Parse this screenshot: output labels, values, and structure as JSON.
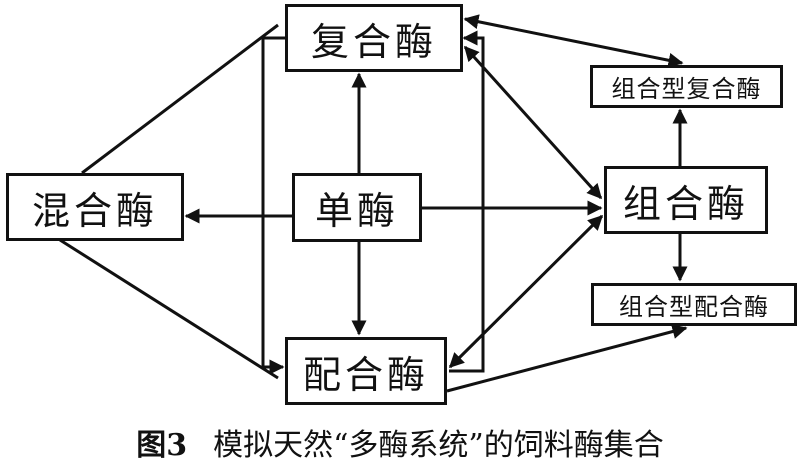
{
  "nodes": {
    "compound_enzyme": "复合酶",
    "mixed_enzyme": "混合酶",
    "single_enzyme": "单酶",
    "blended_enzyme": "配合酶",
    "combined_enzyme": "组合酶",
    "combined_compound_enzyme": "组合型复合酶",
    "combined_blended_enzyme": "组合型配合酶"
  },
  "edges": [
    {
      "from": "单酶",
      "to": "复合酶"
    },
    {
      "from": "单酶",
      "to": "配合酶"
    },
    {
      "from": "单酶",
      "to": "混合酶"
    },
    {
      "from": "单酶",
      "to": "组合酶"
    },
    {
      "from": "复合酶",
      "to": "配合酶",
      "note": "left bracket line"
    },
    {
      "from": "配合酶",
      "to": "复合酶",
      "note": "right bracket line"
    },
    {
      "from": "复合酶",
      "to": "组合酶",
      "bidirectional": true
    },
    {
      "from": "配合酶",
      "to": "组合酶",
      "bidirectional": true
    },
    {
      "from": "复合酶",
      "to": "组合型复合酶",
      "bidirectional": true
    },
    {
      "from": "配合酶",
      "to": "组合型配合酶"
    },
    {
      "from": "组合酶",
      "to": "组合型复合酶"
    },
    {
      "from": "组合酶",
      "to": "组合型配合酶"
    },
    {
      "from": "混合酶",
      "to": "复合酶",
      "note": "plain line"
    },
    {
      "from": "混合酶",
      "to": "配合酶",
      "note": "plain line"
    }
  ],
  "caption": {
    "figure_label": "图3",
    "text": "模拟天然“多酶系统”的饲料酶集合"
  }
}
